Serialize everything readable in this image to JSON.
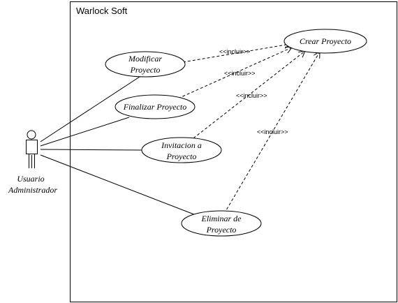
{
  "system": {
    "title": "Warlock Soft"
  },
  "actor": {
    "label_line1": "Usuario",
    "label_line2": "Administrador"
  },
  "use_cases": {
    "crear": {
      "line1": "Crear Proyecto"
    },
    "modificar": {
      "line1": "Modificar",
      "line2": "Proyecto"
    },
    "finalizar": {
      "line1": "Finalizar Proyecto"
    },
    "invitacion": {
      "line1": "Invitacion a",
      "line2": "Proyecto"
    },
    "eliminar": {
      "line1": "Eliminar de",
      "line2": "Proyecto"
    }
  },
  "relations": {
    "include_label": "<<incluir>>"
  }
}
